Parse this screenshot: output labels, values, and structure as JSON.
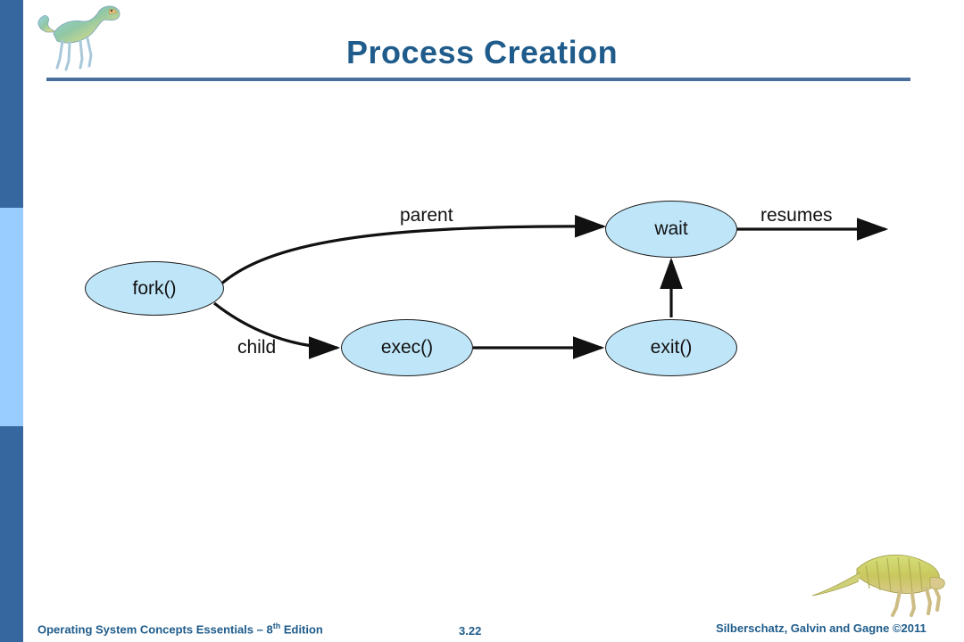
{
  "slide": {
    "title": "Process Creation",
    "page_number": "3.22",
    "footer_left": "Operating System Concepts Essentials – 8",
    "footer_left_sup": "th",
    "footer_left_tail": " Edition",
    "footer_right": "Silberschatz, Galvin and Gagne ©2011"
  },
  "theme": {
    "title_color": "#1f5c8b",
    "rule_color": "#4a6f9c",
    "band_dark": "#36689f",
    "band_light": "#99ccff",
    "node_fill": "#bfe5f8",
    "node_stroke": "#1a1a1a",
    "text_color": "#111111"
  },
  "diagram": {
    "type": "flow",
    "nodes": [
      {
        "id": "fork",
        "label": "fork()"
      },
      {
        "id": "exec",
        "label": "exec()"
      },
      {
        "id": "wait",
        "label": "wait"
      },
      {
        "id": "exit",
        "label": "exit()"
      }
    ],
    "edges": [
      {
        "from": "fork",
        "to": "wait",
        "label": "parent"
      },
      {
        "from": "fork",
        "to": "exec",
        "label": "child"
      },
      {
        "from": "exec",
        "to": "exit",
        "label": ""
      },
      {
        "from": "exit",
        "to": "wait",
        "label": ""
      },
      {
        "from": "wait",
        "to": "",
        "label": "resumes"
      }
    ]
  },
  "ornaments": {
    "top_left": "dinosaur-illustration",
    "bottom_right": "dimetrodon-illustration"
  }
}
